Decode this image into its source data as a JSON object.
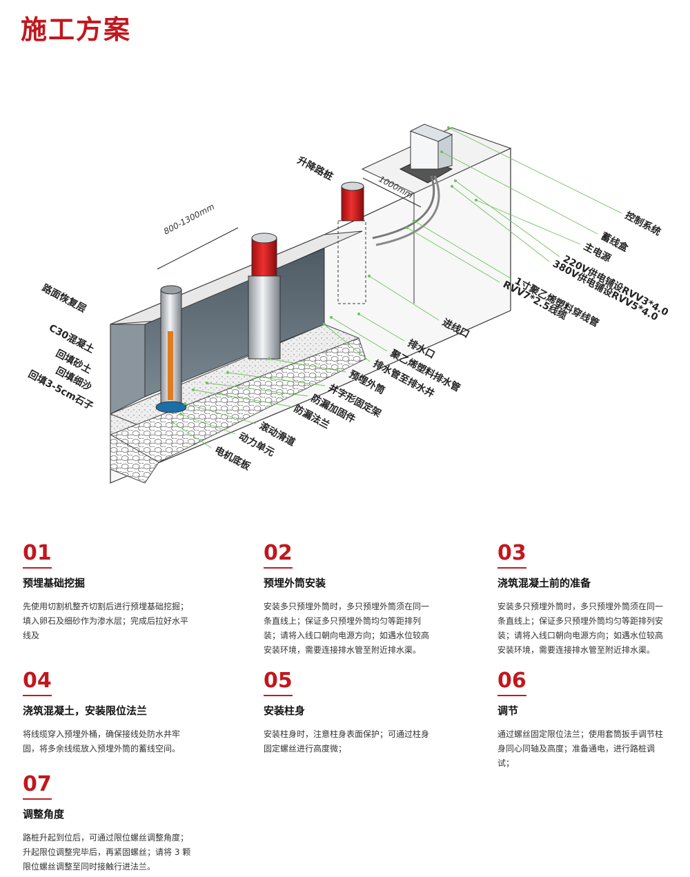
{
  "title": "施工方案",
  "diagram": {
    "right_labels": [
      "控制系统",
      "蓄线盒",
      "主电源",
      "220V供电铺设RVV3*4.0",
      "380V供电铺设RVV5*4.0",
      "1寸聚乙烯塑料穿线管",
      "RVV7*2.5线缆",
      "进线口",
      "排水口",
      "聚乙烯塑料排水管",
      "排水管至排水井",
      "预埋外筒",
      "井字形固定架",
      "防漏加固件",
      "防漏法兰",
      "滚动滑道",
      "动力单元",
      "电机底板"
    ],
    "left_labels": [
      "路面恢复层",
      "C30混凝土",
      "回填砂土",
      "回填细沙",
      "回填3-5cm石子"
    ],
    "top_label": "升降路桩",
    "dim_spacing": "800-1300mm",
    "dim_trench": "1000mm"
  },
  "steps": [
    {
      "num": "01",
      "title": "预埋基础挖掘",
      "text": "先使用切割机整齐切割后进行预埋基础挖掘；填入卵石及细砂作为渗水层；完成后拉好水平线及"
    },
    {
      "num": "02",
      "title": "预埋外筒安装",
      "text": "安装多只预埋外筒时，多只预埋外筒须在同一条直线上；保证多只预埋外筒均匀等距排列装；请将入线口朝向电源方向；如遇水位较高安装环境，需要连接排水管至附近排水渠。"
    },
    {
      "num": "03",
      "title": "浇筑混凝土前的准备",
      "text": "安装多只预埋外筒时，多只预埋外筒须在同一条直线上；保证多只预埋外筒均匀等距排列安装；请将入线口朝向电源方向；如遇水位较高安装环境，需要连接排水管至附近排水渠。"
    },
    {
      "num": "04",
      "title": "浇筑混凝土，安装限位法兰",
      "text": "将线缆穿入预埋外桶，确保接线处防水井牢固，将多余线缆放入预埋外筒的蓄线空间。"
    },
    {
      "num": "05",
      "title": "安装柱身",
      "text": "安装柱身时，注意柱身表面保护；可通过柱身固定螺丝进行高度微；"
    },
    {
      "num": "06",
      "title": "调节",
      "text": "通过螺丝固定限位法兰；使用套筒扳手调节柱身同心同轴及高度；准备通电，进行路桩调试；"
    },
    {
      "num": "07",
      "title": "调整角度",
      "text": "路桩升起到位后，可通过限位螺丝调整角度；升起限位调整完毕后，再紧固螺丝；请将 3 颗限位螺丝调整至同时接触行进法兰。"
    }
  ],
  "colors": {
    "accent": "#c0181d",
    "bollard": "#d31a1a",
    "leader": "#6cc25a"
  }
}
